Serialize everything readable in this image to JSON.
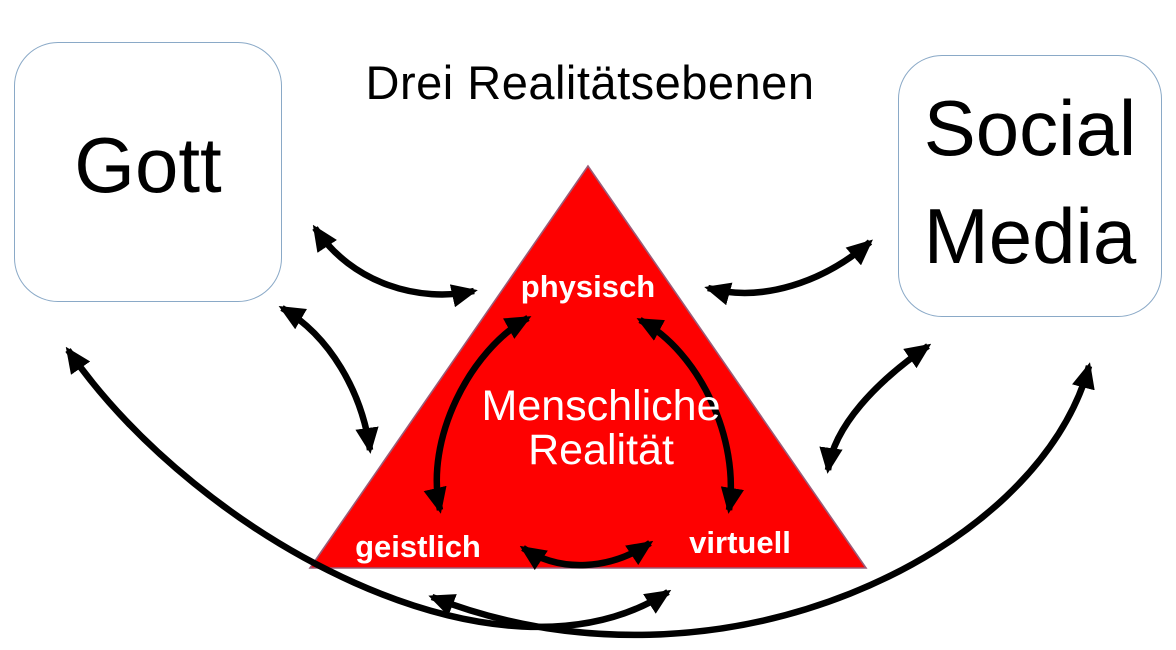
{
  "title": "Drei Realitätsebenen",
  "boxes": {
    "gott": {
      "label": "Gott"
    },
    "social_media": {
      "line1": "Social",
      "line2": "Media"
    }
  },
  "triangle": {
    "center_line1": "Menschliche",
    "center_line2": "Realität",
    "vertices": {
      "top": "physisch",
      "bottom_left": "geistlich",
      "bottom_right": "virtuell"
    }
  },
  "connections": [
    {
      "id": "gott-physisch",
      "from": "Gott",
      "to": "physisch",
      "bidirectional": true
    },
    {
      "id": "gott-geistlich",
      "from": "Gott",
      "to": "geistlich",
      "bidirectional": true
    },
    {
      "id": "physisch-social-media",
      "from": "physisch",
      "to": "Social Media",
      "bidirectional": true
    },
    {
      "id": "social-media-virtuell",
      "from": "Social Media",
      "to": "virtuell",
      "bidirectional": true
    },
    {
      "id": "physisch-geistlich",
      "from": "physisch",
      "to": "geistlich",
      "bidirectional": true
    },
    {
      "id": "physisch-virtuell",
      "from": "physisch",
      "to": "virtuell",
      "bidirectional": true
    },
    {
      "id": "geistlich-virtuell",
      "from": "geistlich",
      "to": "virtuell",
      "bidirectional": true
    },
    {
      "id": "gott-virtuell-outer",
      "from": "Gott",
      "to": "virtuell",
      "bidirectional": true
    },
    {
      "id": "social-media-geistlich-outer",
      "from": "Social Media",
      "to": "geistlich",
      "bidirectional": true
    }
  ],
  "colors": {
    "background": "#ffffff",
    "triangle_fill": "#fe0101",
    "triangle_stroke": "#9b5b77",
    "arrow": "#000000",
    "box_border": "#8aa9c7",
    "triangle_text": "#ffffff",
    "text": "#000000"
  }
}
